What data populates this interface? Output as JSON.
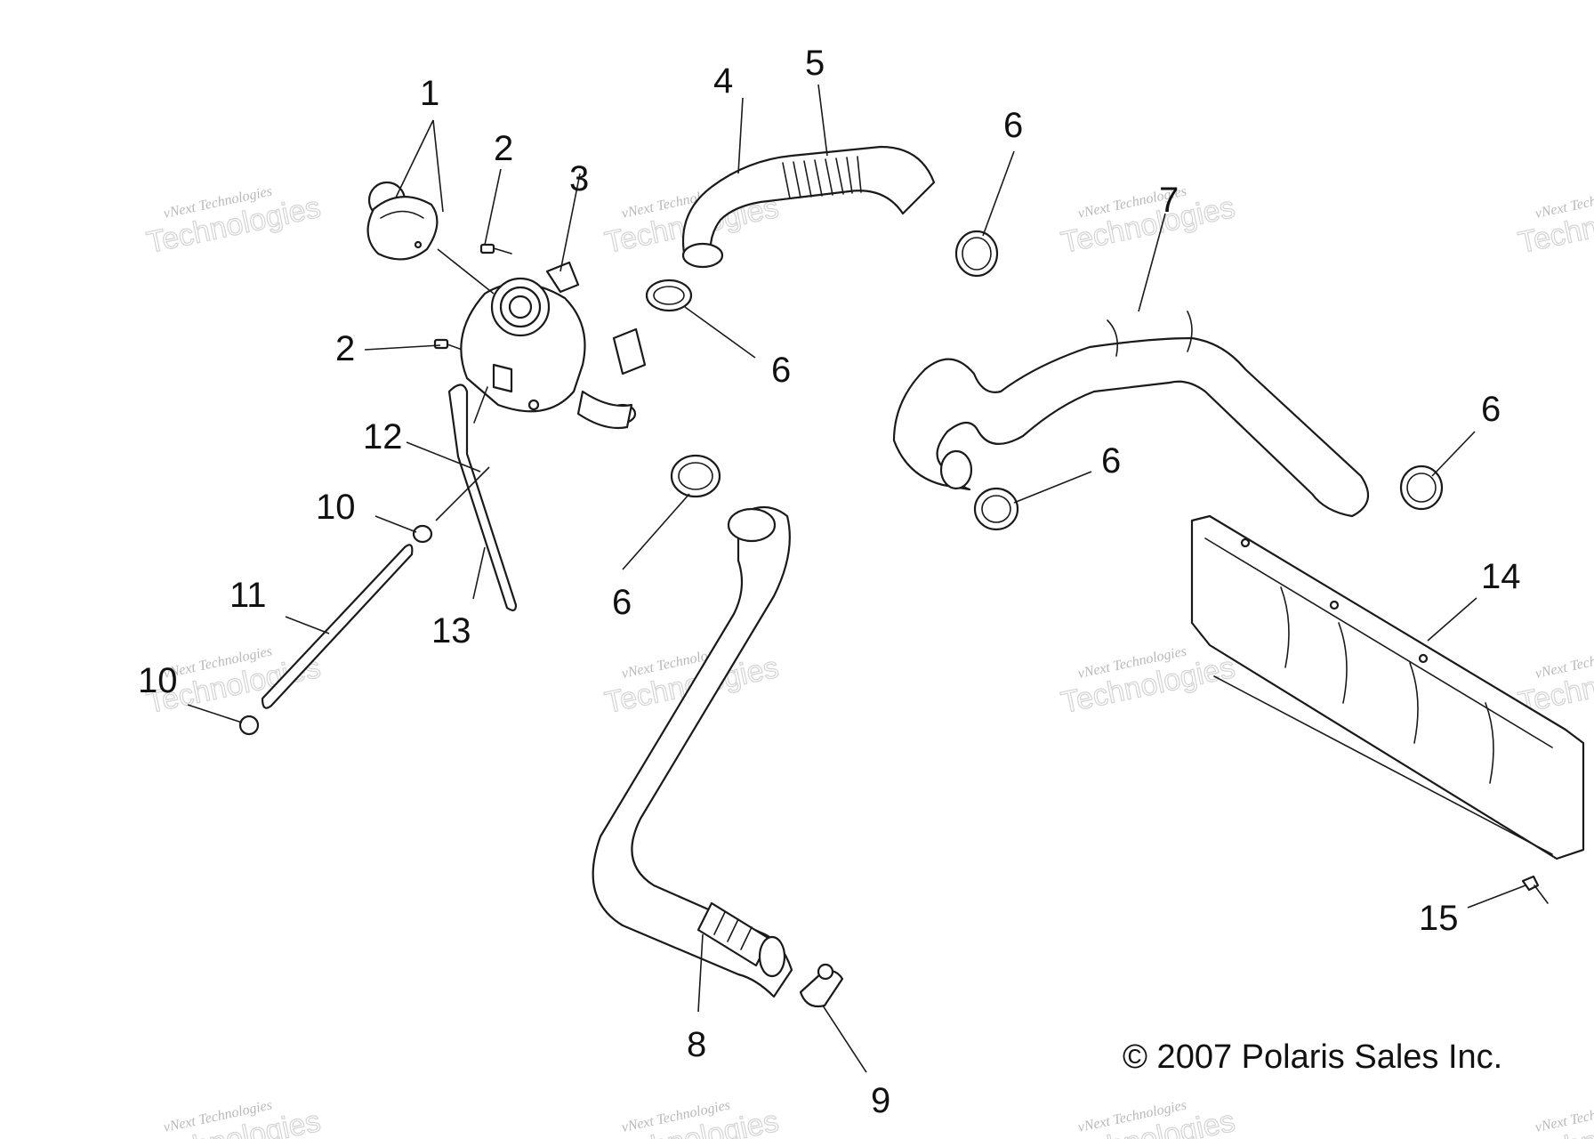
{
  "diagram": {
    "callouts": [
      "1",
      "2",
      "3",
      "4",
      "5",
      "6",
      "7",
      "8",
      "9",
      "10",
      "11",
      "12",
      "13",
      "14",
      "15"
    ],
    "copyright": "© 2007 Polaris Sales Inc.",
    "watermark": {
      "line1": "vNext Technologies",
      "line2": "Technologies"
    }
  }
}
